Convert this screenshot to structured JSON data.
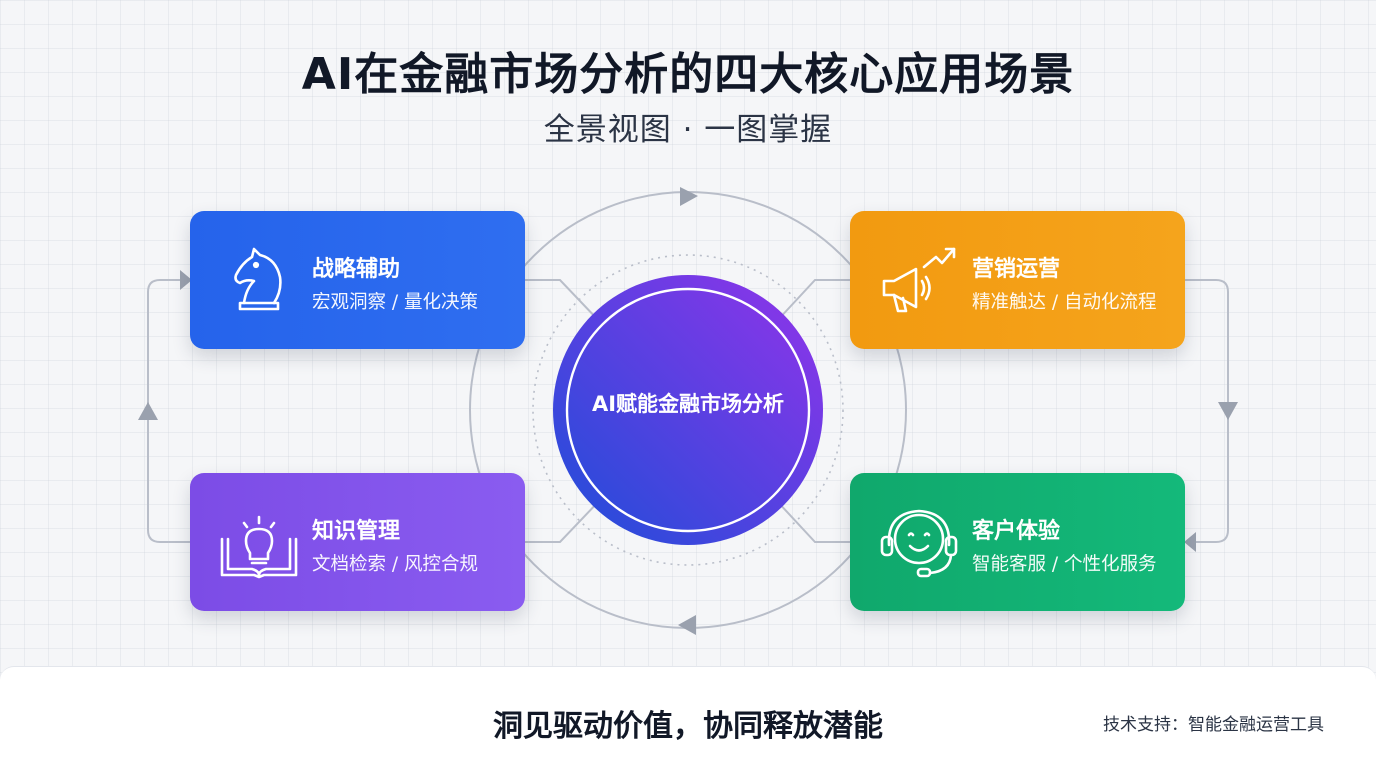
{
  "header": {
    "title": "AI在金融市场分析的四大核心应用场景",
    "subtitle": "全景视图 · 一图掌握"
  },
  "hub": {
    "label": "AI赋能金融市场分析",
    "gradient": [
      "#1d4ed8",
      "#9333ea"
    ]
  },
  "cards": {
    "strategy": {
      "title": "战略辅助",
      "desc": "宏观洞察 / 量化决策",
      "icon": "chess-knight-icon",
      "color": "#2563eb"
    },
    "marketing": {
      "title": "营销运营",
      "desc": "精准触达 / 自动化流程",
      "icon": "megaphone-growth-icon",
      "color": "#f29a10"
    },
    "knowledge": {
      "title": "知识管理",
      "desc": "文档检索 / 风控合规",
      "icon": "book-lightbulb-icon",
      "color": "#7c4ce6"
    },
    "customer": {
      "title": "客户体验",
      "desc": "智能客服 / 个性化服务",
      "icon": "headset-smile-icon",
      "color": "#10a86c"
    }
  },
  "footer": {
    "slogan": "洞见驱动价值，协同释放潜能",
    "credit": "技术支持：智能金融运营工具"
  }
}
